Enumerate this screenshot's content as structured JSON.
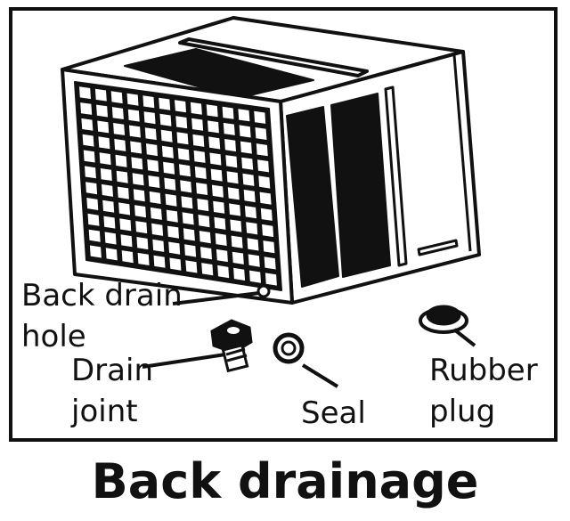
{
  "title": "Back drainage",
  "labels": {
    "back_drain_hole_line1": "Back drain",
    "back_drain_hole_line2": "hole",
    "drain_joint_line1": "Drain",
    "drain_joint_line2": "joint",
    "seal": "Seal",
    "rubber_plug_line1": "Rubber",
    "rubber_plug_line2": "plug"
  }
}
